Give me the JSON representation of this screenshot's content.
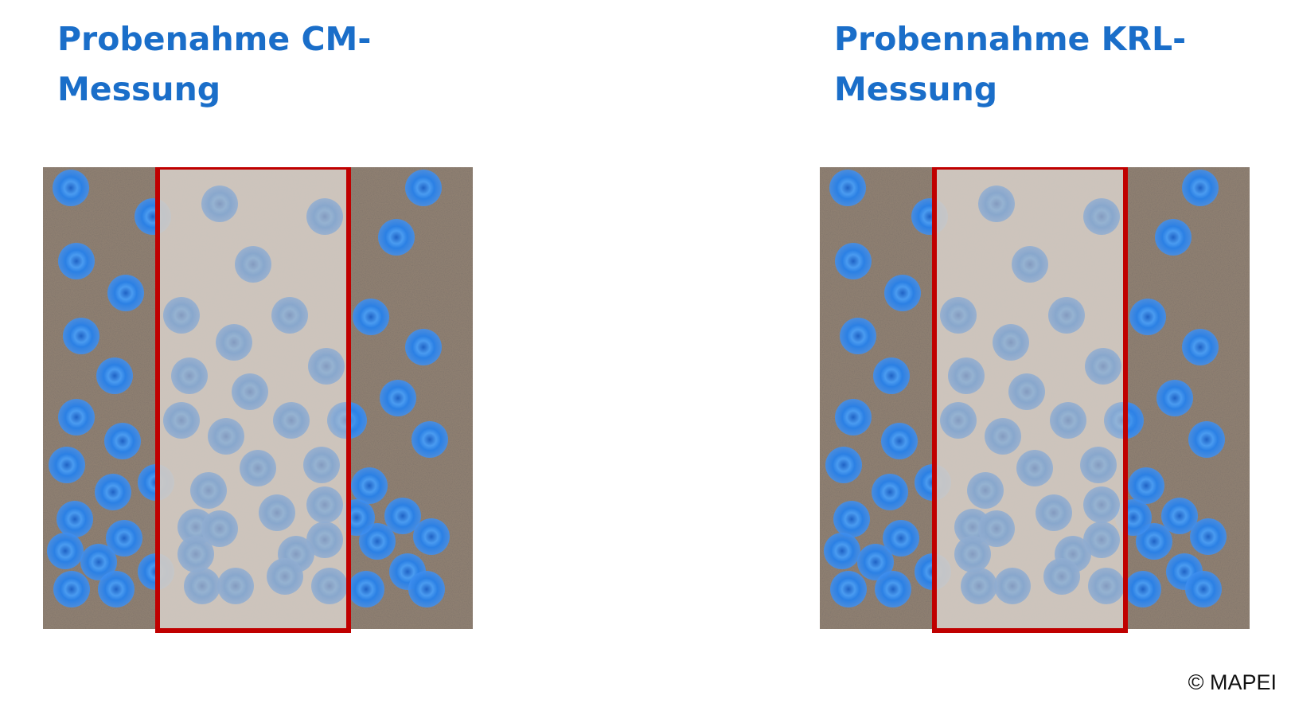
{
  "panels": [
    {
      "title_line1": "Probenahme CM-",
      "title_line2": "Messung"
    },
    {
      "title_line1": "Probennahme KRL-",
      "title_line2": "Messung"
    }
  ],
  "copyright": "© MAPEI",
  "colors": {
    "title": "#1a6ec9",
    "sample_frame": "#c00000",
    "moisture_dot": "#2b80e4",
    "substrate": "#8e7f71",
    "sample_fill": "#d4ccc4"
  },
  "icons": {
    "moisture_particle": "blue-circle-dot",
    "sample_zone": "red-rectangle-frame"
  }
}
